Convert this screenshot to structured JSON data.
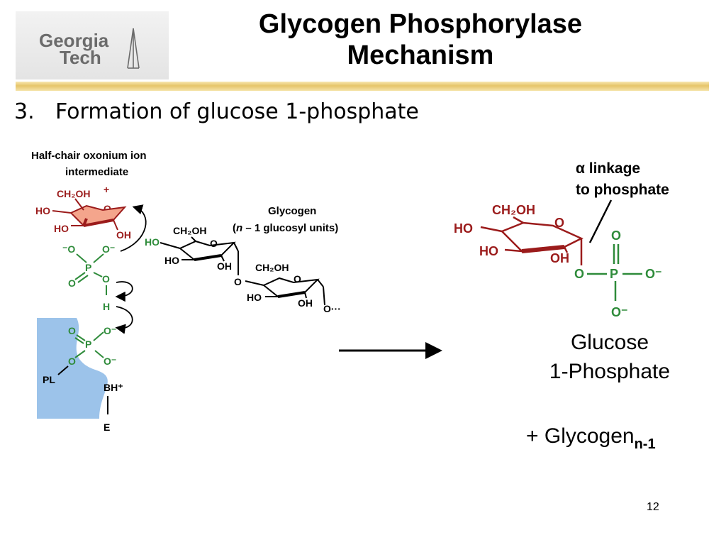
{
  "logo": {
    "line1": "Georgia",
    "line2": "Tech"
  },
  "title": {
    "line1": "Glycogen Phosphorylase",
    "line2": "Mechanism"
  },
  "subtitle": {
    "number": "3.",
    "text": "Formation of glucose 1-phosphate"
  },
  "left_diagram": {
    "intermediate_label_line1": "Half-chair oxonium ion",
    "intermediate_label_line2": "intermediate",
    "glycogen_label": "Glycogen",
    "glycogen_units_n": "n",
    "glycogen_units_rest": " – 1 glucosyl units)",
    "glycogen_units_open": "(",
    "ch2oh": "CH₂OH",
    "ho": "HO",
    "oh": "OH",
    "o": "O",
    "o_minus": "O⁻",
    "minus_o": "⁻O",
    "p": "P",
    "h": "H",
    "ho_link": "HO",
    "o_chain": "O···",
    "pl": "PL",
    "bh": "BH⁺",
    "e": "E",
    "plus": "+"
  },
  "right_diagram": {
    "linkage_line1": "α linkage",
    "linkage_line2": "to phosphate",
    "ch2oh": "CH₂OH",
    "ho": "HO",
    "oh": "OH",
    "o": "O",
    "o_minus": "O⁻",
    "p": "P"
  },
  "product": {
    "line1": "Glucose",
    "line2": "1-Phosphate"
  },
  "byproduct": {
    "prefix": "+ Glycogen",
    "subscript": "n-1"
  },
  "page_number": "12",
  "colors": {
    "dark_red": "#9b1b1b",
    "green": "#2e8b3a",
    "enzyme_blue": "#9cc3ea",
    "ring_pink": "#f4a58c"
  }
}
